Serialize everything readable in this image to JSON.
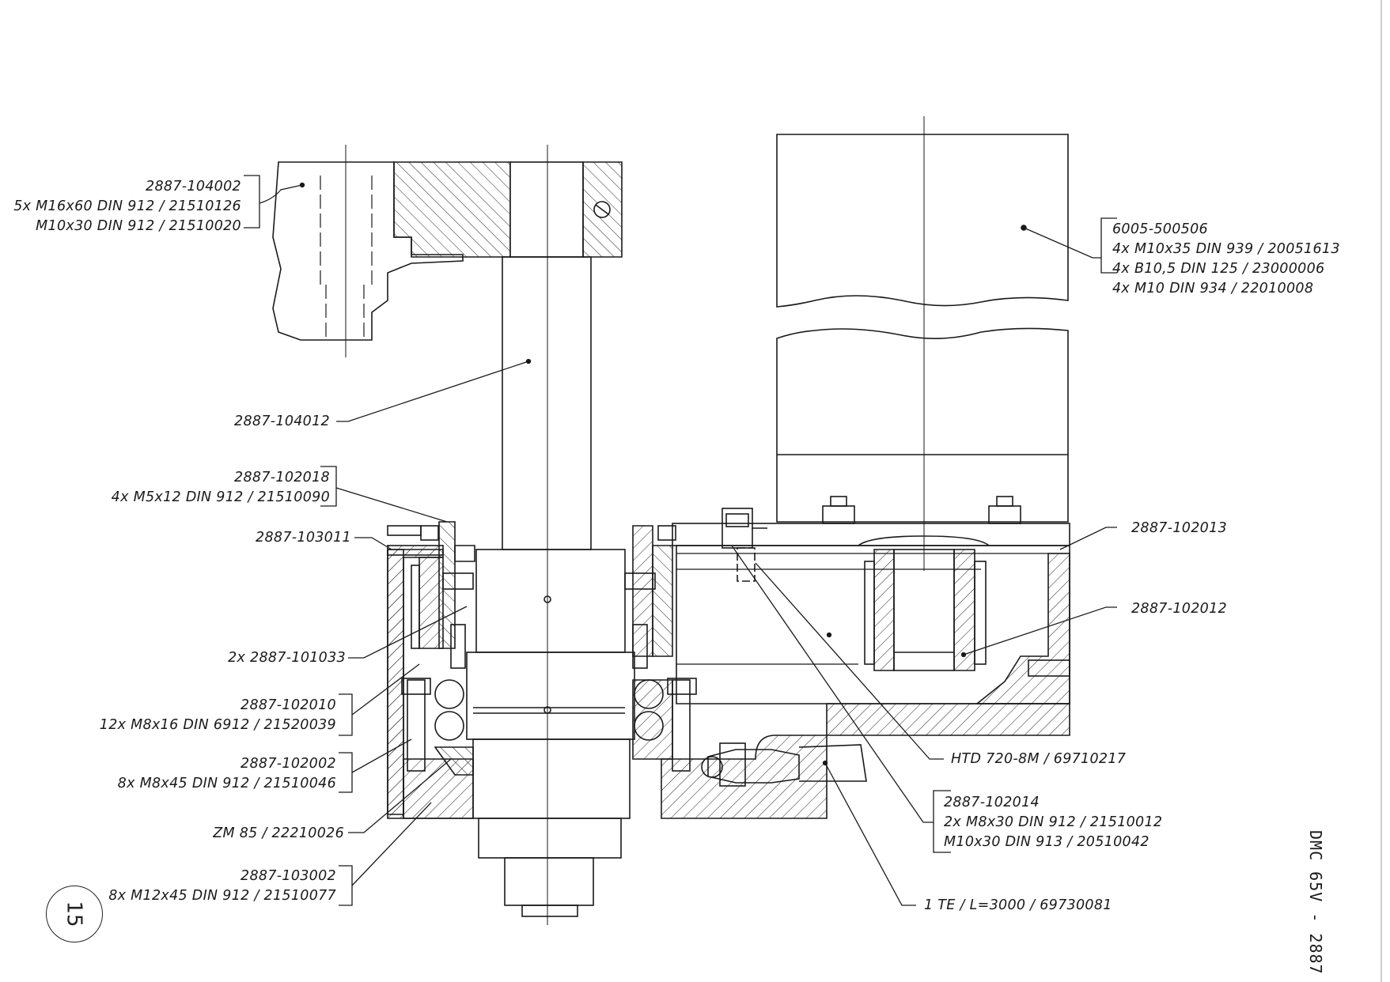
{
  "document": {
    "title": "DMC 65V - 2887",
    "page_number": "15"
  },
  "labels": {
    "top_left": [
      "2887-104002",
      "5x M16x60 DIN 912 / 21510126",
      "M10x30 DIN 912 / 21510020"
    ],
    "shaft": [
      "2887-104012"
    ],
    "bearing_cover": [
      "2887-102018",
      "4x M5x12 DIN 912 / 21510090"
    ],
    "housing_ring": [
      "2887-103011"
    ],
    "seal": [
      "2x 2887-101033"
    ],
    "flange": [
      "2887-102010",
      "12x M8x16 DIN 6912 / 21520039"
    ],
    "sleeve": [
      "2887-102002",
      "8x M8x45 DIN 912 / 21510046"
    ],
    "nut": [
      "ZM 85 / 22210026"
    ],
    "housing": [
      "2887-103002",
      "8x M12x45 DIN 912 / 21510077"
    ],
    "motor": [
      "6005-500506",
      "4x M10x35 DIN 939 / 20051613",
      "4x B10,5 DIN 125 / 23000006",
      "4x M10 DIN 934 / 22010008"
    ],
    "plate": [
      "2887-102013"
    ],
    "pulley": [
      "2887-102012"
    ],
    "belt": [
      "HTD 720-8M / 69710217"
    ],
    "tensioner": [
      "2887-102014",
      "2x M8x30 DIN 912 / 21510012",
      "M10x30 DIN 913 / 20510042"
    ],
    "hose": [
      "1 TE / L=3000 / 69730081"
    ]
  }
}
